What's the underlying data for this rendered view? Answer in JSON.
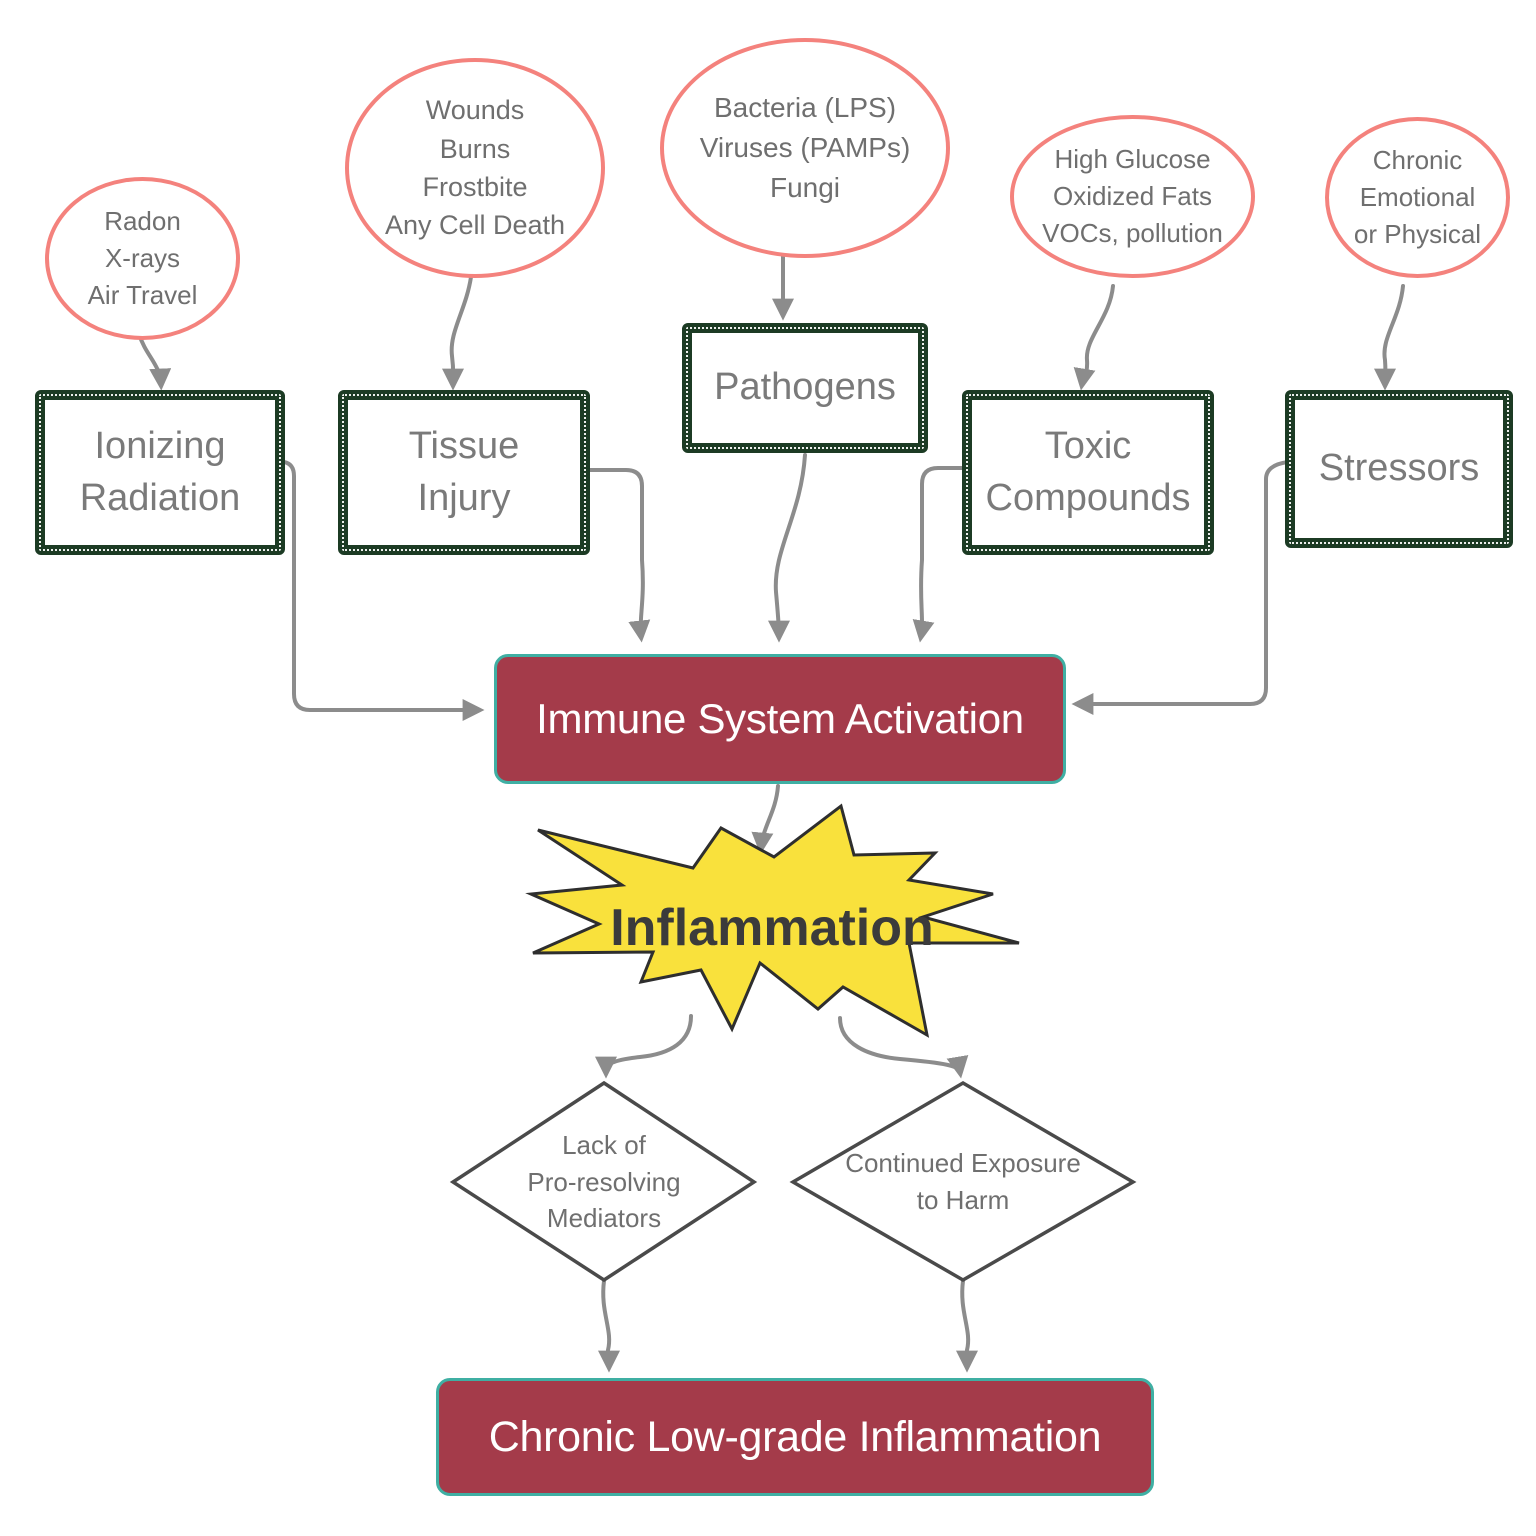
{
  "nodes": {
    "sources": [
      {
        "lines": [
          "Radon",
          "X-rays",
          "Air Travel"
        ]
      },
      {
        "lines": [
          "Wounds",
          "Burns",
          "Frostbite",
          "Any Cell Death"
        ]
      },
      {
        "lines": [
          "Bacteria (LPS)",
          "Viruses (PAMPs)",
          "Fungi"
        ]
      },
      {
        "lines": [
          "High Glucose",
          "Oxidized Fats",
          "VOCs, pollution"
        ]
      },
      {
        "lines": [
          "Chronic",
          "Emotional",
          "or Physical"
        ]
      }
    ],
    "categories": [
      {
        "lines": [
          "Ionizing",
          "Radiation"
        ]
      },
      {
        "lines": [
          "Tissue",
          "Injury"
        ]
      },
      {
        "lines": [
          "Pathogens"
        ]
      },
      {
        "lines": [
          "Toxic",
          "Compounds"
        ]
      },
      {
        "lines": [
          "Stressors"
        ]
      }
    ],
    "activation": {
      "label": "Immune System Activation"
    },
    "inflammation": {
      "label": "Inflammation"
    },
    "decisions": [
      {
        "lines": [
          "Lack of",
          "Pro-resolving",
          "Mediators"
        ]
      },
      {
        "lines": [
          "Continued Exposure",
          "to Harm"
        ]
      }
    ],
    "outcome": {
      "label": "Chronic Low-grade Inflammation"
    }
  },
  "colors": {
    "source_border": "#F4827D",
    "category_border": "#1C3B24",
    "node_text": "#6F6F6F",
    "highlight_fill": "#A43B4A",
    "highlight_border": "#3FAFA3",
    "highlight_text": "#FFFFFF",
    "connector": "#8C8C8C",
    "burst_fill": "#F9E13C",
    "burst_stroke": "#2E2E2E",
    "decision_border": "#4A4A4A"
  }
}
